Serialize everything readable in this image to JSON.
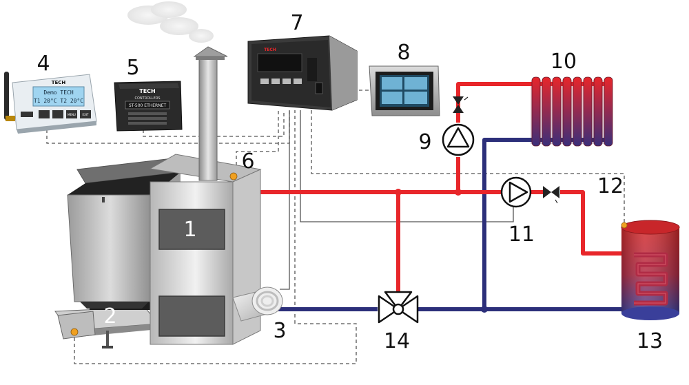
{
  "colors": {
    "supply_pipe": "#e8262a",
    "return_pipe": "#2c2f7a",
    "signal_wire": "#555555",
    "sensor": "#f0a020"
  },
  "labels": {
    "boiler": "1",
    "feeder": "2",
    "fan": "3",
    "gsm_module": "4",
    "ethernet_module": "5",
    "temp_sensor": "6",
    "controller": "7",
    "room_panel": "8",
    "ch_pump": "9",
    "radiator": "10",
    "dhw_pump": "11",
    "dhw_sensor": "12",
    "dhw_tank": "13",
    "mixing_valve": "14"
  },
  "device_texts": {
    "gsm_brand": "TECH",
    "gsm_line1": "Demo TECH",
    "gsm_line2": "T1 20°C  T2 20°C",
    "gsm_btn_menu": "MENU",
    "gsm_btn_exit": "EXIT",
    "eth_brand": "TECH",
    "eth_sub": "CONTROLLERS",
    "eth_model": "ST-500 ETHERNET",
    "ctrl_brand": "TECH"
  },
  "icons": [
    "cloud-icon",
    "pump-icon",
    "valve-icon",
    "antenna-icon"
  ]
}
